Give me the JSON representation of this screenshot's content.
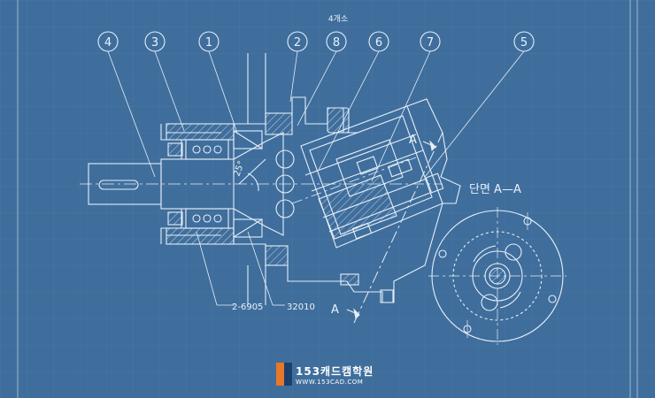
{
  "drawing": {
    "top_note": "4개소",
    "balloons": [
      "4",
      "3",
      "1",
      "2",
      "8",
      "6",
      "7",
      "5"
    ],
    "angle_label": "25°",
    "section_marker": "A",
    "section_title": "단면 A—A",
    "callout_bearing": "2-6905",
    "callout_bearing2": "32010"
  },
  "colors": {
    "background": "#3f6e9c",
    "line": "#e6eef8"
  },
  "watermark": {
    "name": "153캐드캠학원",
    "url": "WWW.153CAD.COM"
  }
}
